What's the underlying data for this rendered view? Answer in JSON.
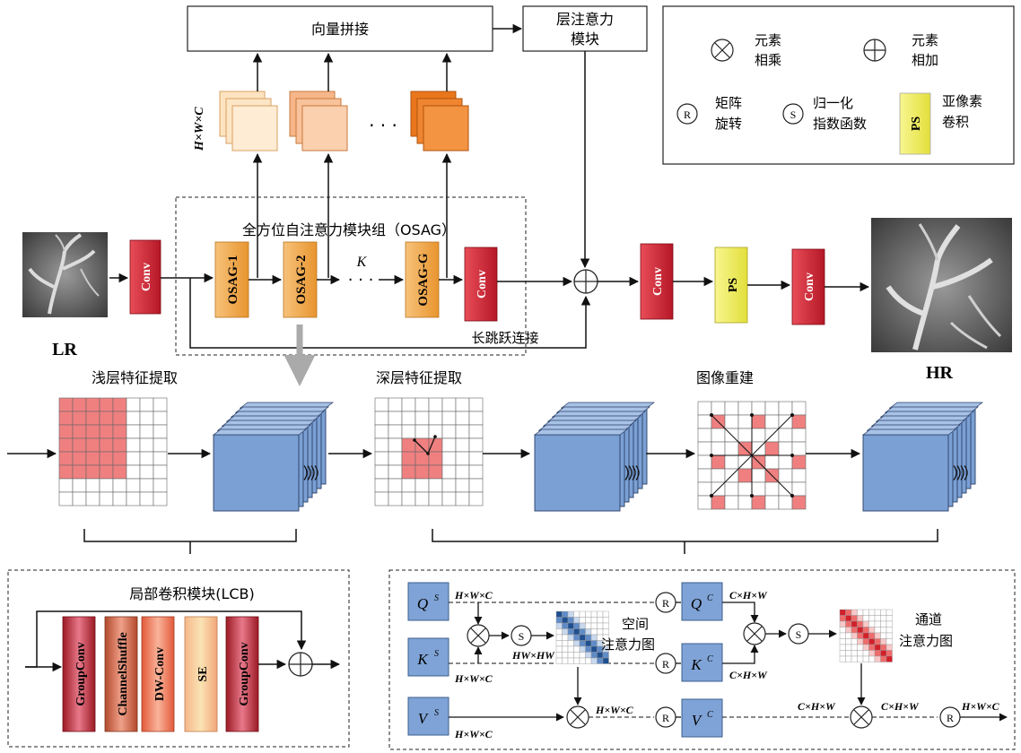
{
  "top": {
    "concat": "向量拼接",
    "layer_attention": [
      "层注意力",
      "模块"
    ],
    "feature_dims": "H×W×C",
    "ellipsis": "· · ·"
  },
  "legend": {
    "mult_label": [
      "元素",
      "相乘"
    ],
    "add_label": [
      "元素",
      "相加"
    ],
    "r_symbol": "R",
    "r_label": [
      "矩阵",
      "旋转"
    ],
    "s_symbol": "S",
    "s_label": [
      "归一化",
      "指数函数"
    ],
    "ps_symbol": "PS",
    "ps_label": [
      "亚像素",
      "卷积"
    ]
  },
  "main": {
    "group_title": "全方位自注意力模块组（OSAG）",
    "lr": "LR",
    "hr": "HR",
    "conv": "Conv",
    "osag_blocks": [
      "OSAG-1",
      "OSAG-2",
      "OSAG-G"
    ],
    "dots": "· · ·",
    "k": "K",
    "ps": "PS",
    "skip": "长跳跃连接"
  },
  "stages": {
    "shallow": "浅层特征提取",
    "deep": "深层特征提取",
    "recon": "图像重建"
  },
  "lcb": {
    "title": "局部卷积模块(LCB)",
    "blocks": [
      "GroupConv",
      "ChannelShuffle",
      "DW-Conv",
      "SE",
      "GroupConv"
    ]
  },
  "attention": {
    "qs": "Q",
    "ks": "K",
    "vs": "V",
    "sup_s": "S",
    "qc": "Q",
    "kc": "K",
    "vc": "V",
    "sup_c": "C",
    "hwc_1": "H×W×C",
    "hwc_2": "H×W×C",
    "hwc_3": "H×W×C",
    "hwc_4": "H×W×C",
    "hwxhw": "HW×HW",
    "chw_1": "C×H×W",
    "chw_2": "C×H×W",
    "chw_3": "C×H×W",
    "chw_4": "C×H×W",
    "hwc_out": "H×W×C",
    "spatial_map": [
      "空间",
      "注意力图"
    ],
    "channel_map": [
      "通道",
      "注意力图"
    ],
    "r": "R",
    "s": "S"
  },
  "colors": {
    "conv_red": "#c8202f",
    "osag_orange": "#f2a84a",
    "ps_yellow": "#f2f06a",
    "cube_blue": "#7ba0d4",
    "grid_red": "#f08080",
    "attn_blue": "#7fa3d6"
  }
}
